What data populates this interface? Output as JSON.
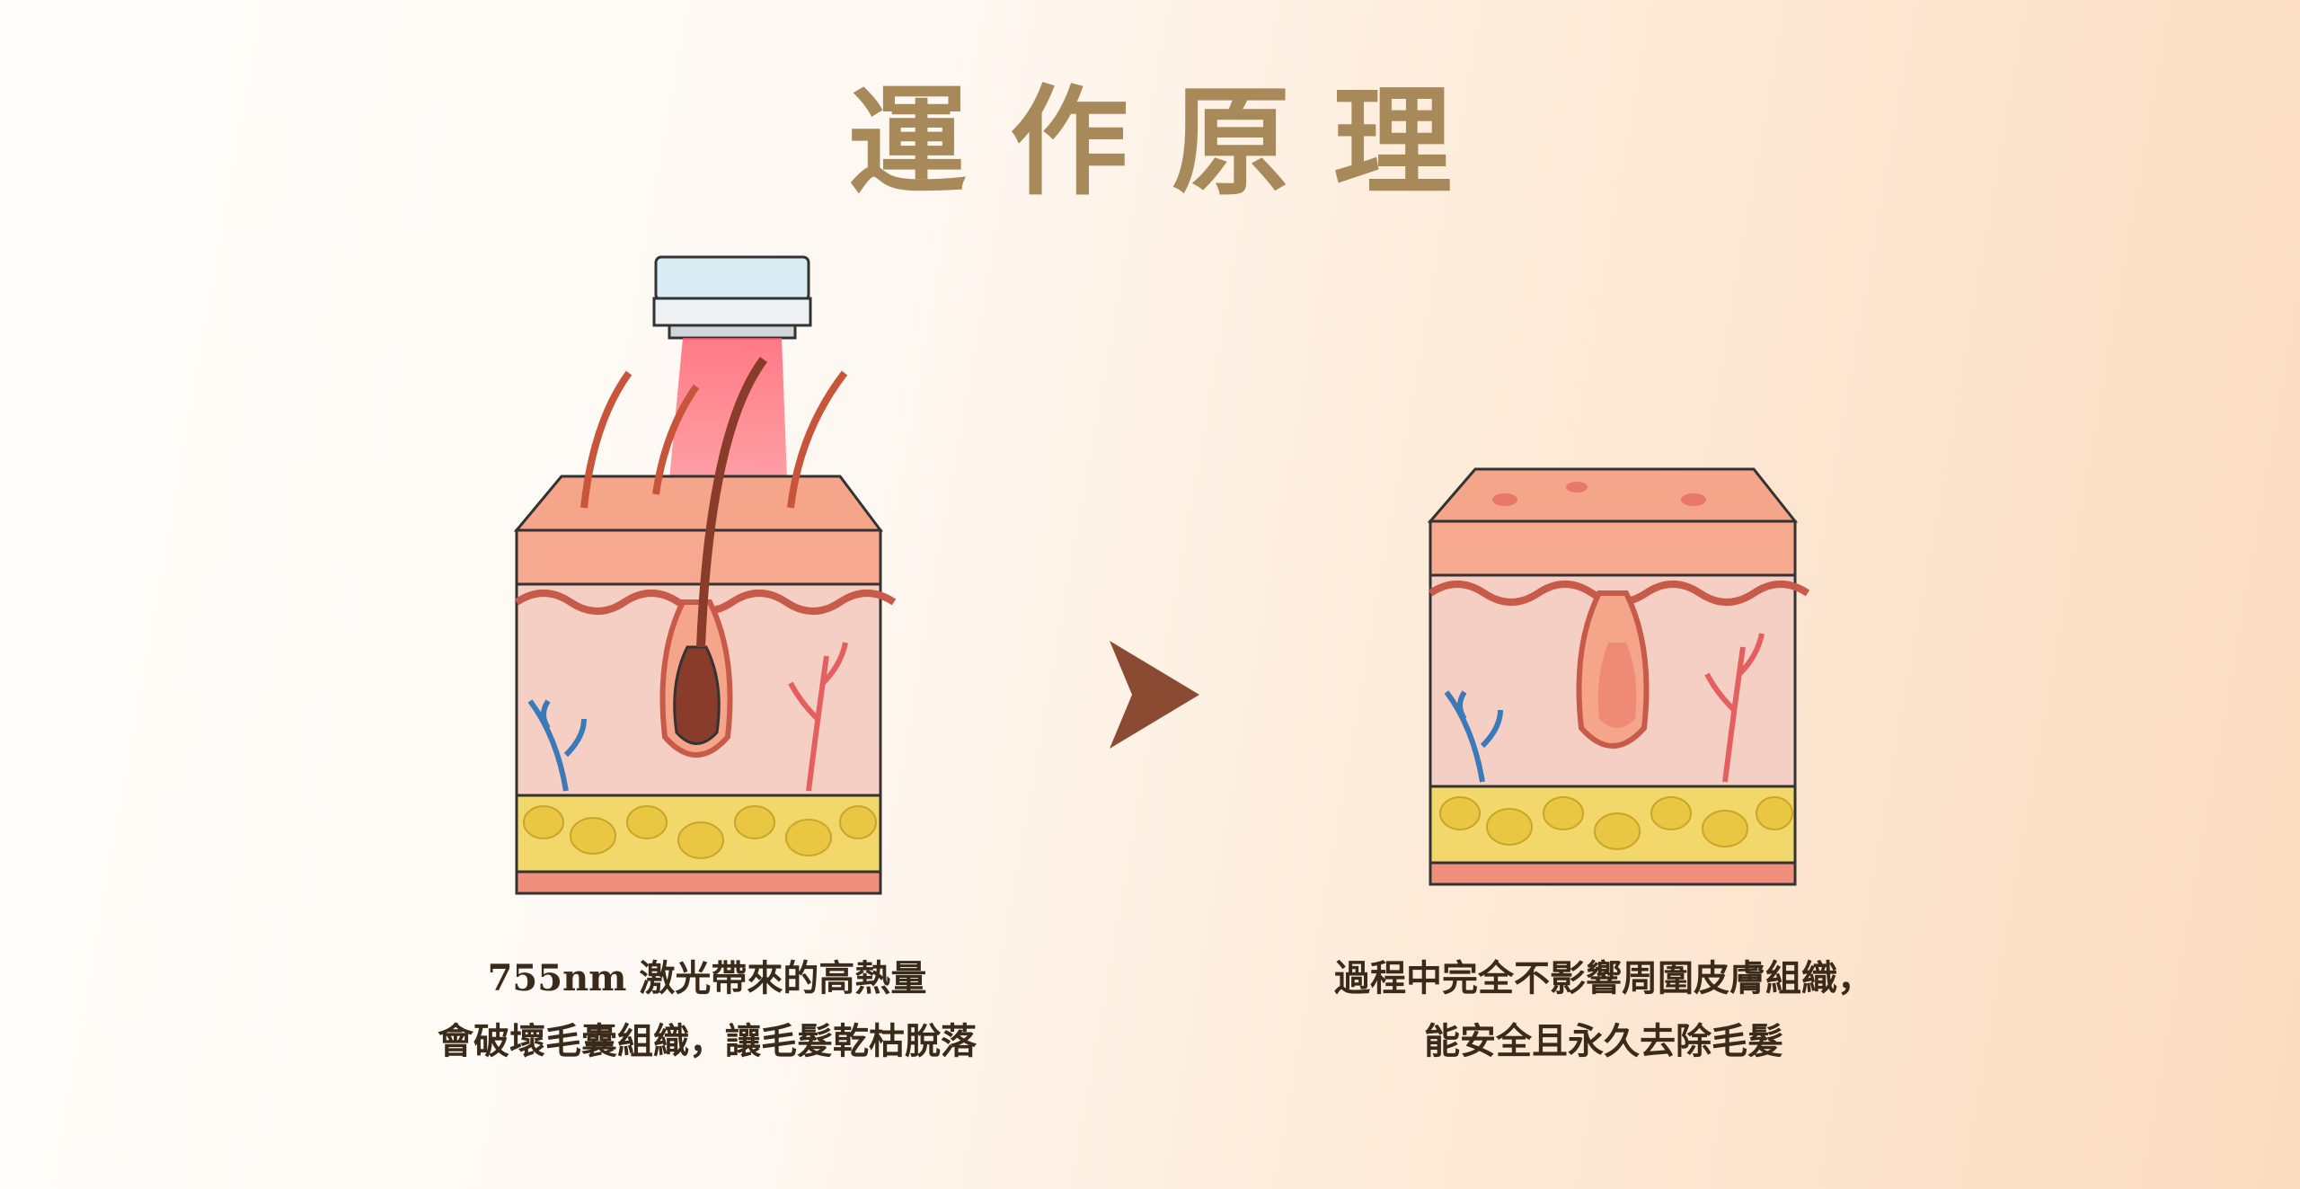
{
  "title": "運作原理",
  "before": {
    "caption_line1": "755nm 激光帶來的高熱量",
    "caption_line2": "會破壞毛囊組織，讓毛髮乾枯脫落"
  },
  "after": {
    "caption_line1": "過程中完全不影響周圍皮膚組織，",
    "caption_line2": "能安全且永久去除毛髮"
  },
  "colors": {
    "title": "#a88a5a",
    "arrow": "#8b4a32",
    "text": "#3a2a1a"
  }
}
